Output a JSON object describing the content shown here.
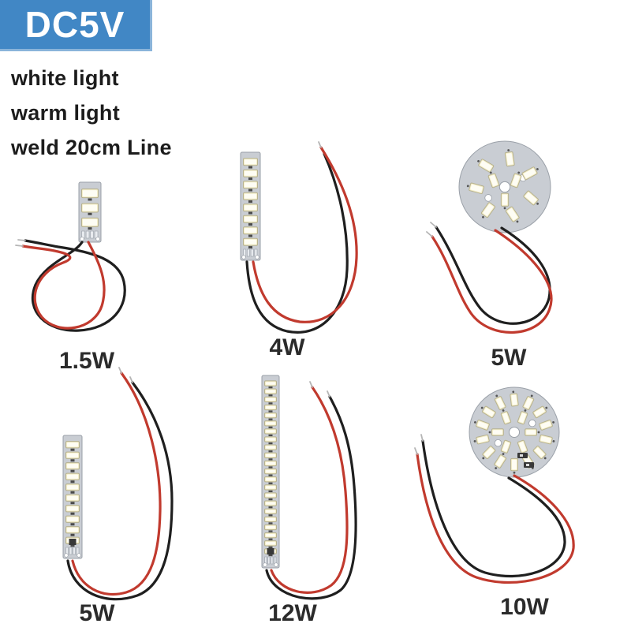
{
  "badge": {
    "label": "DC5V"
  },
  "features": [
    "white light",
    "warm light",
    "weld 20cm Line"
  ],
  "products": [
    {
      "label": "1.5W",
      "type": "strip",
      "led_count": 3
    },
    {
      "label": "4W",
      "type": "strip",
      "led_count": 8
    },
    {
      "label": "5W",
      "type": "disc",
      "led_count": 10
    },
    {
      "label": "5W",
      "type": "strip",
      "led_count": 10
    },
    {
      "label": "12W",
      "type": "strip",
      "led_count": 22
    },
    {
      "label": "10W",
      "type": "disc",
      "led_count": 20
    }
  ],
  "colors": {
    "badge_bg": "#4187c5",
    "badge_edge": "#8ab4da",
    "badge_text": "#ffffff",
    "feature_text": "#1c1c1c",
    "label_text": "#2b2b2b",
    "wire_red": "#c13a2e",
    "wire_black": "#1f1f1f",
    "wire_tip": "#b5b5b5",
    "pcb": "#c9cdd3",
    "pcb_edge": "#9aa0a8",
    "led": "#f4eec9",
    "led_edge": "#b6b18f",
    "led_core": "#fefdf4",
    "hole": "#ffffff",
    "component_dark": "#383838"
  }
}
